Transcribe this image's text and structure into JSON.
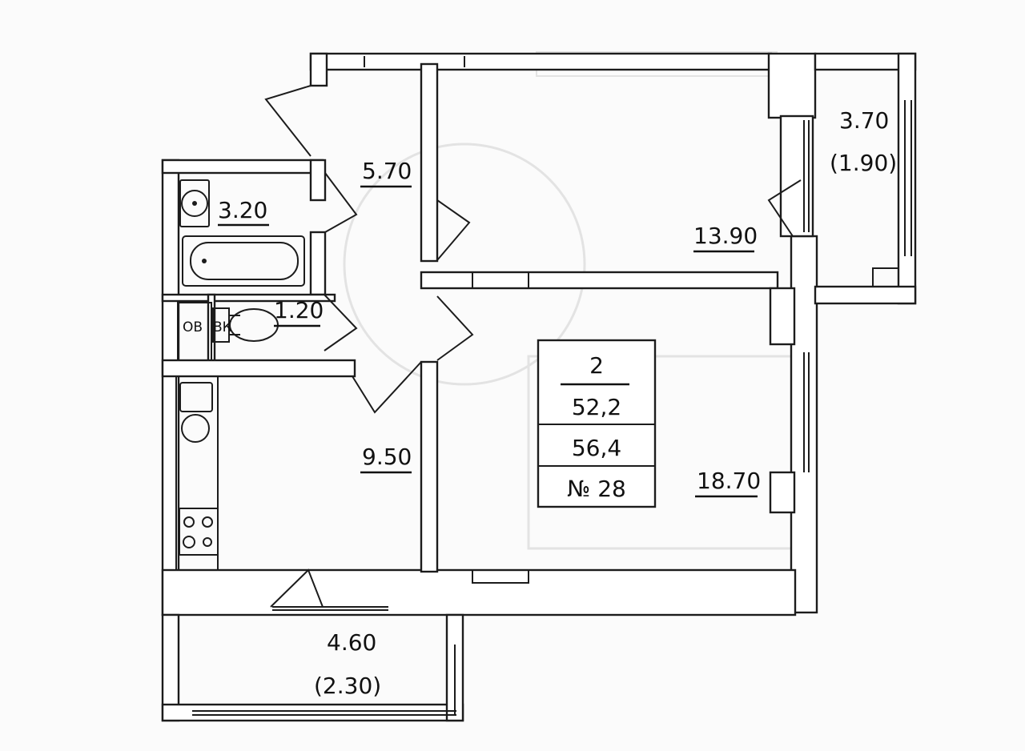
{
  "rooms": {
    "hall": "5.70",
    "bathroom": "3.20",
    "toilet": "1.20",
    "kitchen": "9.50",
    "bedroom": "13.90",
    "living_room": "18.70",
    "balcony_top_area": "3.70",
    "balcony_top_reduced": "(1.90)",
    "balcony_bottom_area": "4.60",
    "balcony_bottom_reduced": "(2.30)"
  },
  "fixtures": {
    "ov": "ОВ",
    "vk": "ВК"
  },
  "apartment": {
    "rooms_count": "2",
    "living_area": "52,2",
    "total_area": "56,4",
    "number": "№ 28"
  },
  "colors": {
    "line": "#1c1c1c",
    "background": "#fbfbfb"
  }
}
